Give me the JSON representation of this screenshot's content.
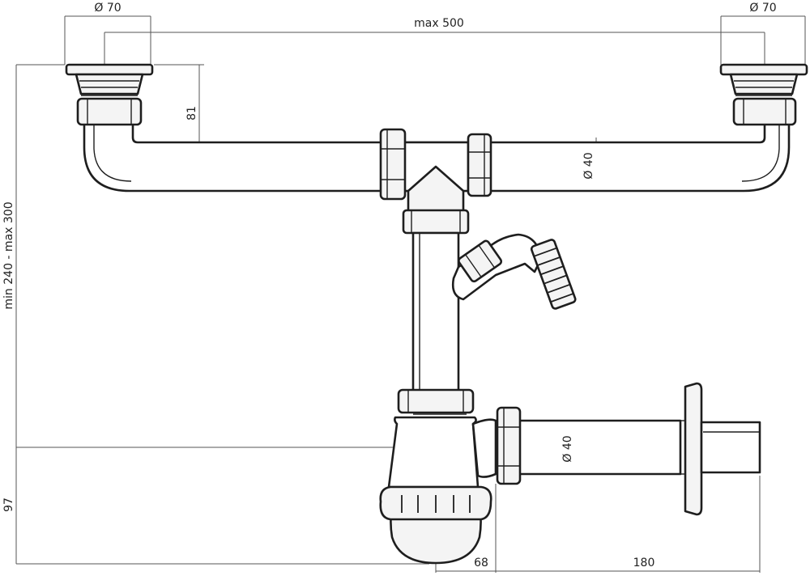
{
  "drawing": {
    "outlet_left_diameter": "Ø 70",
    "outlet_right_diameter": "Ø 70",
    "center_distance": "max 500",
    "drop_height": "81",
    "pipe_diameter_horizontal": "Ø 40",
    "pipe_diameter_outlet": "Ø 40",
    "overall_height": "min 240 - max 300",
    "trap_height": "97",
    "trap_offset": "68",
    "outlet_length": "180"
  },
  "colors": {
    "line": "#1e1e1e",
    "dimension_line": "#555555",
    "fill": "#f4f4f4",
    "background": "#ffffff"
  }
}
